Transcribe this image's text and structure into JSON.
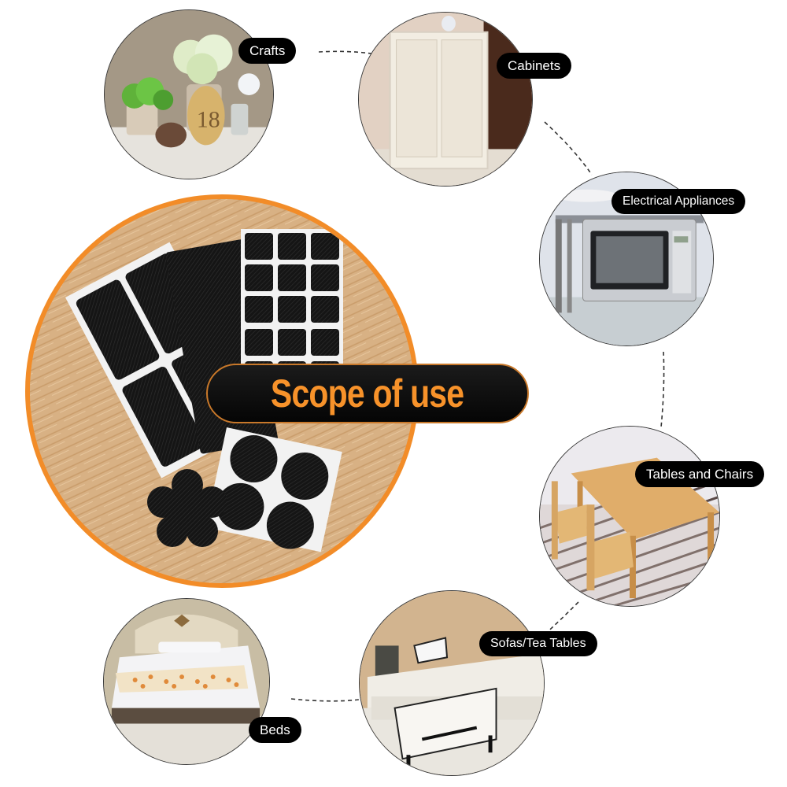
{
  "title": "Scope of use",
  "colors": {
    "accent_orange": "#f28c28",
    "title_text": "#f7922a",
    "badge_bg": "#000000",
    "badge_text": "#ffffff",
    "connector": "#333333",
    "wood": "#d9b48a"
  },
  "main_image": {
    "description": "Black rubber furniture pads on sheets over wood surface",
    "items": [
      "rectangle-pads",
      "large-sheet-pads",
      "square-pads-grid",
      "round-pads",
      "flower-pad"
    ]
  },
  "categories": [
    {
      "id": "crafts",
      "label": "Crafts"
    },
    {
      "id": "cabinets",
      "label": "Cabinets"
    },
    {
      "id": "electrical",
      "label": "Electrical Appliances"
    },
    {
      "id": "tables",
      "label": "Tables and Chairs"
    },
    {
      "id": "sofas",
      "label": "Sofas/Tea Tables"
    },
    {
      "id": "beds",
      "label": "Beds"
    }
  ],
  "crafts_scene": {
    "tag_number": "18"
  }
}
